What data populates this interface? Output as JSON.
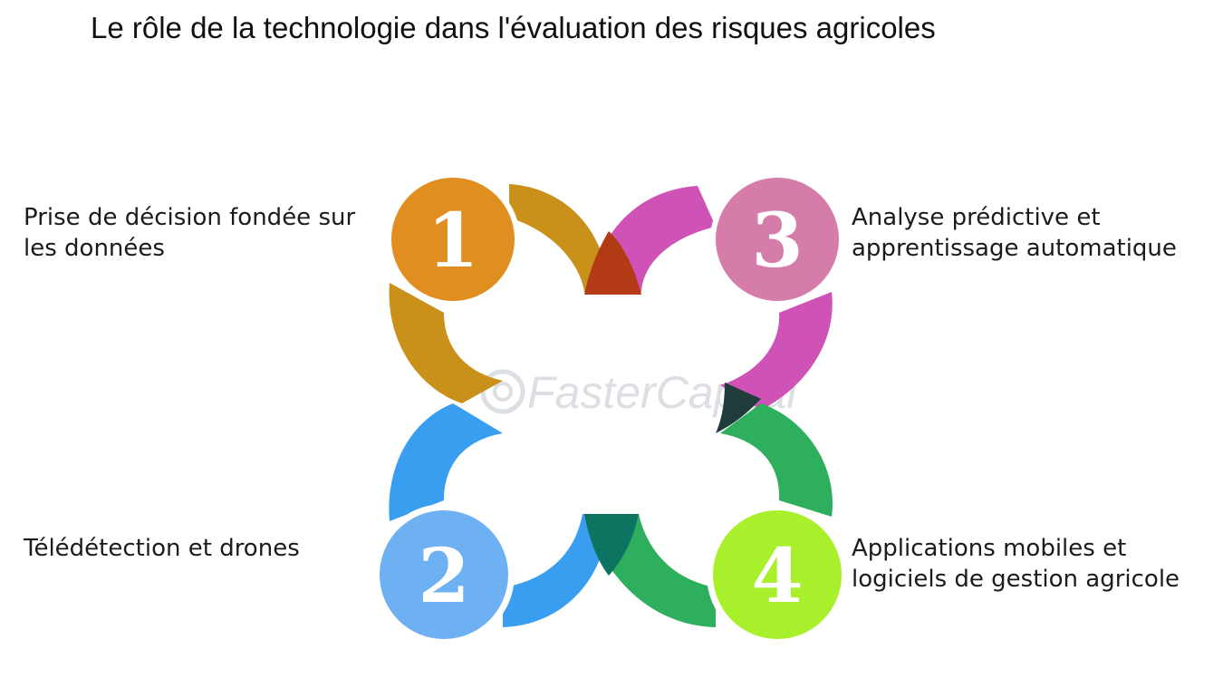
{
  "title": "Le rôle de la technologie dans l'évaluation des risques agricoles",
  "watermark": "FasterCapital",
  "items": [
    {
      "number": "1",
      "lines": [
        "Prise de décision fondée sur",
        "les données"
      ],
      "color": "#E08E1F",
      "arc_color": "#C9901A"
    },
    {
      "number": "2",
      "lines": [
        "Télédétection et drones"
      ],
      "color": "#6EB1F2",
      "arc_color": "#3A9EF0"
    },
    {
      "number": "3",
      "lines": [
        "Analyse prédictive et",
        "apprentissage automatique"
      ],
      "color": "#D57CAA",
      "arc_color": "#CF52B6"
    },
    {
      "number": "4",
      "lines": [
        "Applications mobiles et",
        "logiciels de gestion agricole"
      ],
      "color": "#A8F02C",
      "arc_color": "#2EAF5E"
    }
  ],
  "overlap_colors": {
    "top": "#B23A14",
    "right": "#1F3D3A",
    "bottom": "#0E7462",
    "left": "#C9901A"
  }
}
